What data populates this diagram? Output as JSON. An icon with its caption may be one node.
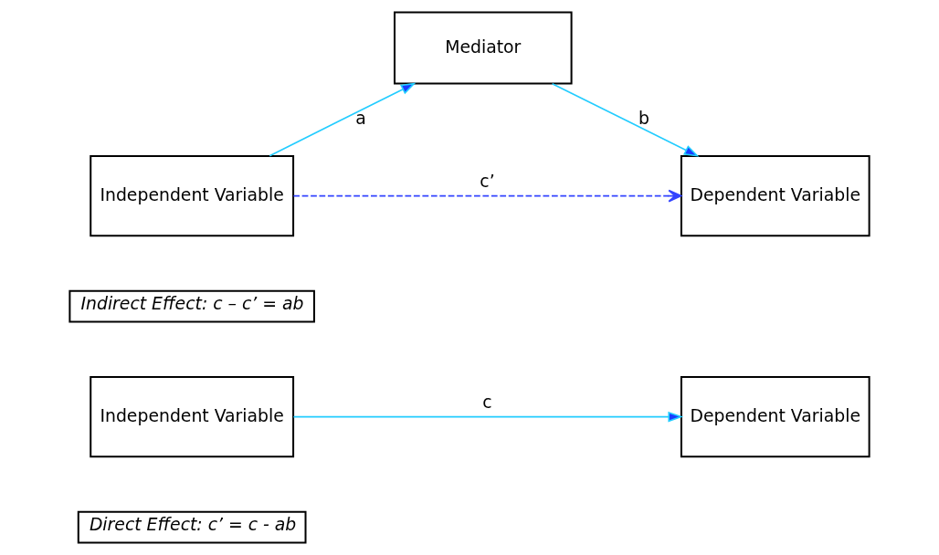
{
  "diagram": {
    "nodes": [
      {
        "text": [
          "Mediator"
        ]
      },
      {
        "text": [
          "Independent Variable"
        ]
      },
      {
        "text": [
          "Dependent Variable"
        ]
      },
      {
        "text": [
          "Indirect Effect: c – c’ = ab"
        ]
      },
      {
        "text": [
          "Independent Variable"
        ]
      },
      {
        "text": [
          "Dependent Variable"
        ]
      },
      {
        "text": [
          "Direct Effect: c’ = c - ab"
        ]
      }
    ],
    "edges": [
      {
        "from": 1,
        "to": 0,
        "arrow": "to",
        "label": "a"
      },
      {
        "from": 0,
        "to": 2,
        "arrow": "to",
        "label": "b"
      },
      {
        "from": 1,
        "to": 2,
        "arrow": "to",
        "label": "c’",
        "style": "dashed",
        "color": "#3344ff"
      },
      {
        "from": 4,
        "to": 5,
        "arrow": "to",
        "label": "c"
      }
    ]
  }
}
